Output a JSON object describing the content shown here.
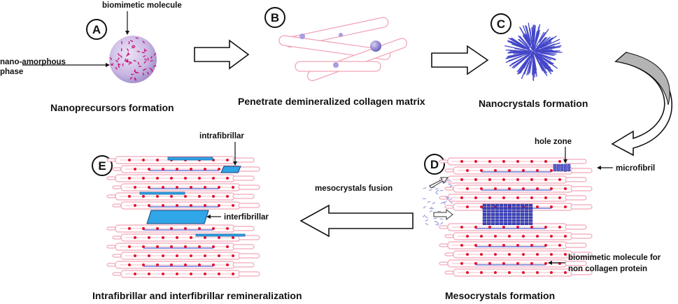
{
  "panels": {
    "a": {
      "badge": "A",
      "caption": "Nanoprecursors formation",
      "label_molecule": "biomimetic molecule",
      "label_phase_1": "nano-amorphous",
      "label_phase_2": "phase"
    },
    "b": {
      "badge": "B",
      "caption": "Penetrate demineralized collagen matrix"
    },
    "c": {
      "badge": "C",
      "caption": "Nanocrystals formation"
    },
    "d": {
      "badge": "D",
      "caption": "Mesocrystals formation",
      "label_hole": "hole zone",
      "label_microfibril": "microfibril",
      "label_ncp_1": "biomimetic molecule for",
      "label_ncp_2": "non collagen protein"
    },
    "e": {
      "badge": "E",
      "caption": "Intrafibrillar and interfibrillar remineralization",
      "label_intra": "intrafibrillar",
      "label_inter": "interfibrillar"
    }
  },
  "arrow_labels": {
    "fusion": "mesocrystals fusion"
  },
  "colors": {
    "collagen": "#f2a6b8",
    "dot": "#e8102a",
    "precursor": "#c9b7e3",
    "nanocrystal": "#4446c8",
    "mineral": "#2fa6e8",
    "arrow_gray": "#b4b4b4"
  }
}
